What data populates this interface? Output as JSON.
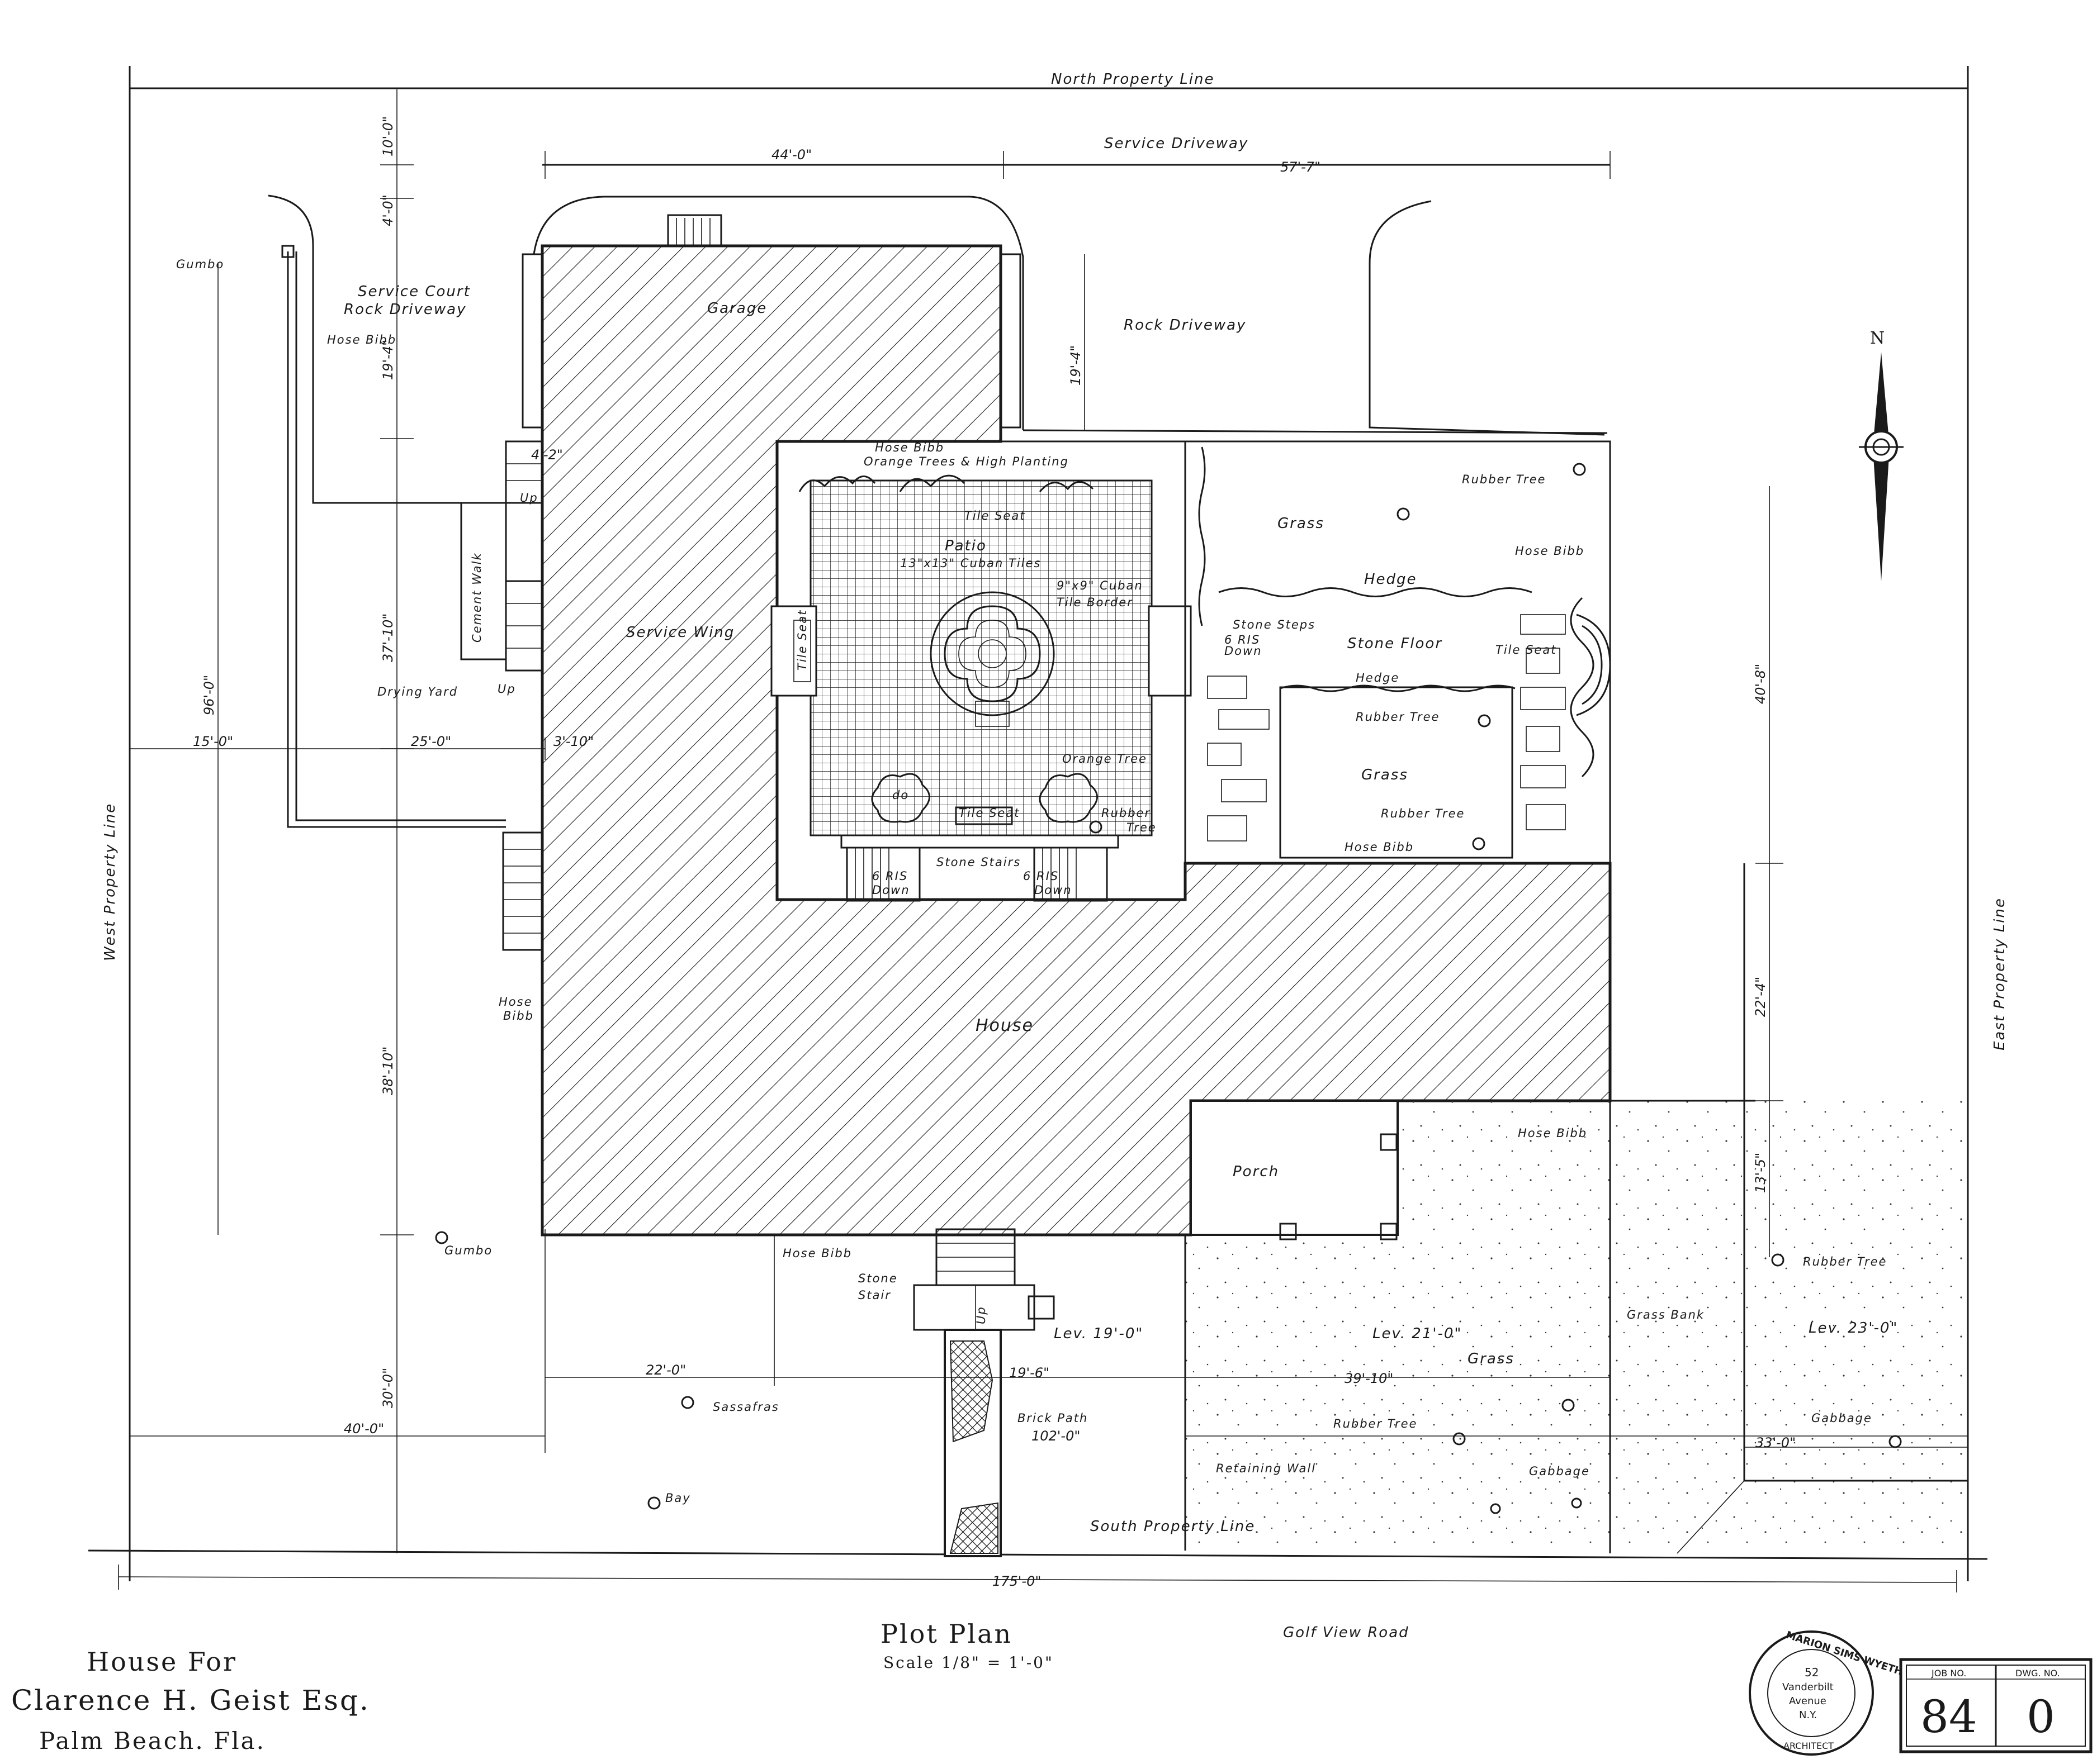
{
  "property_lines": {
    "north": "North Property Line",
    "south": "South Property Line",
    "east": "East Property Line",
    "west": "West Property Line"
  },
  "roads": {
    "service_driveway": "Service Driveway",
    "rock_driveway": "Rock Driveway",
    "service_court_1": "Service Court",
    "service_court_2": "Rock Driveway",
    "golf_view_road": "Golf View Road"
  },
  "buildings": {
    "garage": "Garage",
    "service_wing": "Service Wing",
    "house": "House",
    "porch": "Porch"
  },
  "patio": {
    "label": "Patio",
    "tiles": "13\"x13\" Cuban Tiles",
    "border_1": "9\"x9\" Cuban",
    "border_2": "Tile Border",
    "planting": "Orange Trees & High Planting",
    "tile_seat_top": "Tile Seat",
    "tile_seat_left": "Tile Seat",
    "tile_seat_bottom": "Tile Seat",
    "orange_tree": "Orange Tree",
    "do": "do",
    "rubber_tree_1": "Rubber",
    "rubber_tree_2": "Tree",
    "stone_stairs": "Stone Stairs",
    "down_1": "Down",
    "down_2": "Down",
    "six_risers_1": "6 RIS",
    "six_risers_2": "6 RIS"
  },
  "garden": {
    "grass_1": "Grass",
    "rubber_tree_a": "Rubber Tree",
    "hose_bibb_a": "Hose Bibb",
    "hedge_1": "Hedge",
    "stone_steps": "Stone Steps",
    "six_risers_3": "6 RIS",
    "down_3": "Down",
    "stone_floor": "Stone Floor",
    "tile_seat": "Tile Seat",
    "hedge_2": "Hedge",
    "rubber_tree_b": "Rubber Tree",
    "grass_2": "Grass",
    "rubber_tree_c": "Rubber Tree",
    "hose_bibb_b": "Hose Bibb"
  },
  "west_yard": {
    "gumbo_1": "Gumbo",
    "hose_bibb_1": "Hose Bibb",
    "cement_walk": "Cement Walk",
    "up_1": "Up",
    "up_2": "Up",
    "drying_yard": "Drying Yard",
    "hose_bibb_2a": "Hose",
    "hose_bibb_2b": "Bibb",
    "gumbo_2": "Gumbo",
    "hose_bibb_3": "Hose Bibb"
  },
  "south_yard": {
    "stone_stair_1": "Stone",
    "stone_stair_2": "Stair",
    "up": "Up",
    "lev_19": "Lev. 19'-0\"",
    "lev_21": "Lev. 21'-0\"",
    "lev_23": "Lev. 23'-0\"",
    "grass": "Grass",
    "grass_bank": "Grass Bank",
    "rubber_tree_1": "Rubber Tree",
    "rubber_tree_2": "Rubber Tree",
    "hose_bibb": "Hose Bibb",
    "sassafras": "Sassafras",
    "brick_path": "Brick Path",
    "bay": "Bay",
    "retaining_wall": "Retaining Wall",
    "gabbage_1": "Gabbage",
    "gabbage_2": "Gabbage"
  },
  "dimensions": {
    "d_44_0": "44'-0\"",
    "d_57_7": "57'-7\"",
    "d_10_0": "10'-0\"",
    "d_4_0": "4'-0\"",
    "d_19_4a": "19'-4\"",
    "d_19_4b": "19'-4\"",
    "d_4_2": "4'-2\"",
    "d_37_10": "37'-10\"",
    "d_96_0": "96'-0\"",
    "d_15_0": "15'-0\"",
    "d_25_0": "25'-0\"",
    "d_3_10": "3'-10\"",
    "d_38_10": "38'-10\"",
    "d_30_0": "30'-0\"",
    "d_40_0": "40'-0\"",
    "d_22_0": "22'-0\"",
    "d_19_6": "19'-6\"",
    "d_39_10": "39'-10\"",
    "d_102_0": "102'-0\"",
    "d_175_0": "175'-0\"",
    "d_40_8": "40'-8\"",
    "d_22_4": "22'-4\"",
    "d_13_5": "13'-5\"",
    "d_33_0": "33'-0\""
  },
  "north_arrow": "N",
  "title_block": {
    "line1": "House   For",
    "line2": "Clarence  H.  Geist  Esq.",
    "line3": "Palm Beach.  Fla.",
    "plan_title": "Plot Plan",
    "scale": "Scale 1/8\" = 1'-0\""
  },
  "stamp": {
    "ring_top": "MARION SIMS WYETH",
    "ring_bottom": "ARCHITECT",
    "num": "52",
    "street_1": "Vanderbilt",
    "street_2": "Avenue",
    "city": "N.Y."
  },
  "sheet": {
    "job_label": "JOB NO.",
    "dwg_label": "DWG. NO.",
    "job_no": "84",
    "dwg_no": "0"
  }
}
